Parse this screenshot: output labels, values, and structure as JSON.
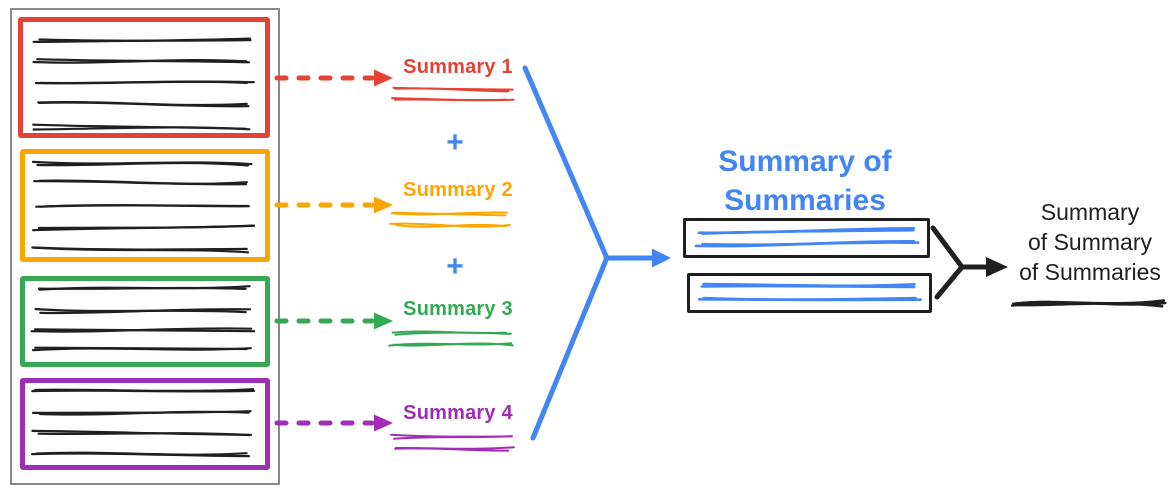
{
  "source_document": {
    "border_color": "#8a8a8a",
    "ink_color": "#1f1f1f",
    "sections": [
      {
        "name": "section-1",
        "color": "#e44235",
        "scribble_lines": 5
      },
      {
        "name": "section-2",
        "color": "#f9a602",
        "scribble_lines": 5
      },
      {
        "name": "section-3",
        "color": "#34a853",
        "scribble_lines": 4
      },
      {
        "name": "section-4",
        "color": "#a02db5",
        "scribble_lines": 4
      }
    ]
  },
  "summaries": {
    "plus": "+",
    "plus_color": "#4285f4",
    "items": [
      {
        "label": "Summary 1",
        "color": "#e44235",
        "scribble_lines": 2
      },
      {
        "label": "Summary 2",
        "color": "#f9a602",
        "scribble_lines": 2
      },
      {
        "label": "Summary 3",
        "color": "#34a853",
        "scribble_lines": 2
      },
      {
        "label": "Summary 4",
        "color": "#a02db5",
        "scribble_lines": 2
      }
    ]
  },
  "summary_of_summaries": {
    "title_line1": "Summary of",
    "title_line2": "Summaries",
    "color": "#4285f4",
    "box_border_color": "#1f1f1f",
    "scribble_color": "#4285f4",
    "box_count": 2,
    "scribble_lines_per_box": 2
  },
  "final_summary": {
    "line1": "Summary",
    "line2": "of Summary",
    "line3": "of Summaries",
    "color": "#1f1f1f",
    "scribble_lines": 1
  },
  "connectors": {
    "section_arrows": [
      {
        "from": "section-1",
        "to": "Summary 1",
        "color": "#e44235",
        "style": "dashed"
      },
      {
        "from": "section-2",
        "to": "Summary 2",
        "color": "#f9a602",
        "style": "dashed"
      },
      {
        "from": "section-3",
        "to": "Summary 3",
        "color": "#34a853",
        "style": "dashed"
      },
      {
        "from": "section-4",
        "to": "Summary 4",
        "color": "#a02db5",
        "style": "dashed"
      }
    ],
    "merge_arrow": {
      "color": "#4285f4",
      "style": "solid"
    },
    "final_arrow": {
      "color": "#1f1f1f",
      "style": "solid"
    }
  }
}
